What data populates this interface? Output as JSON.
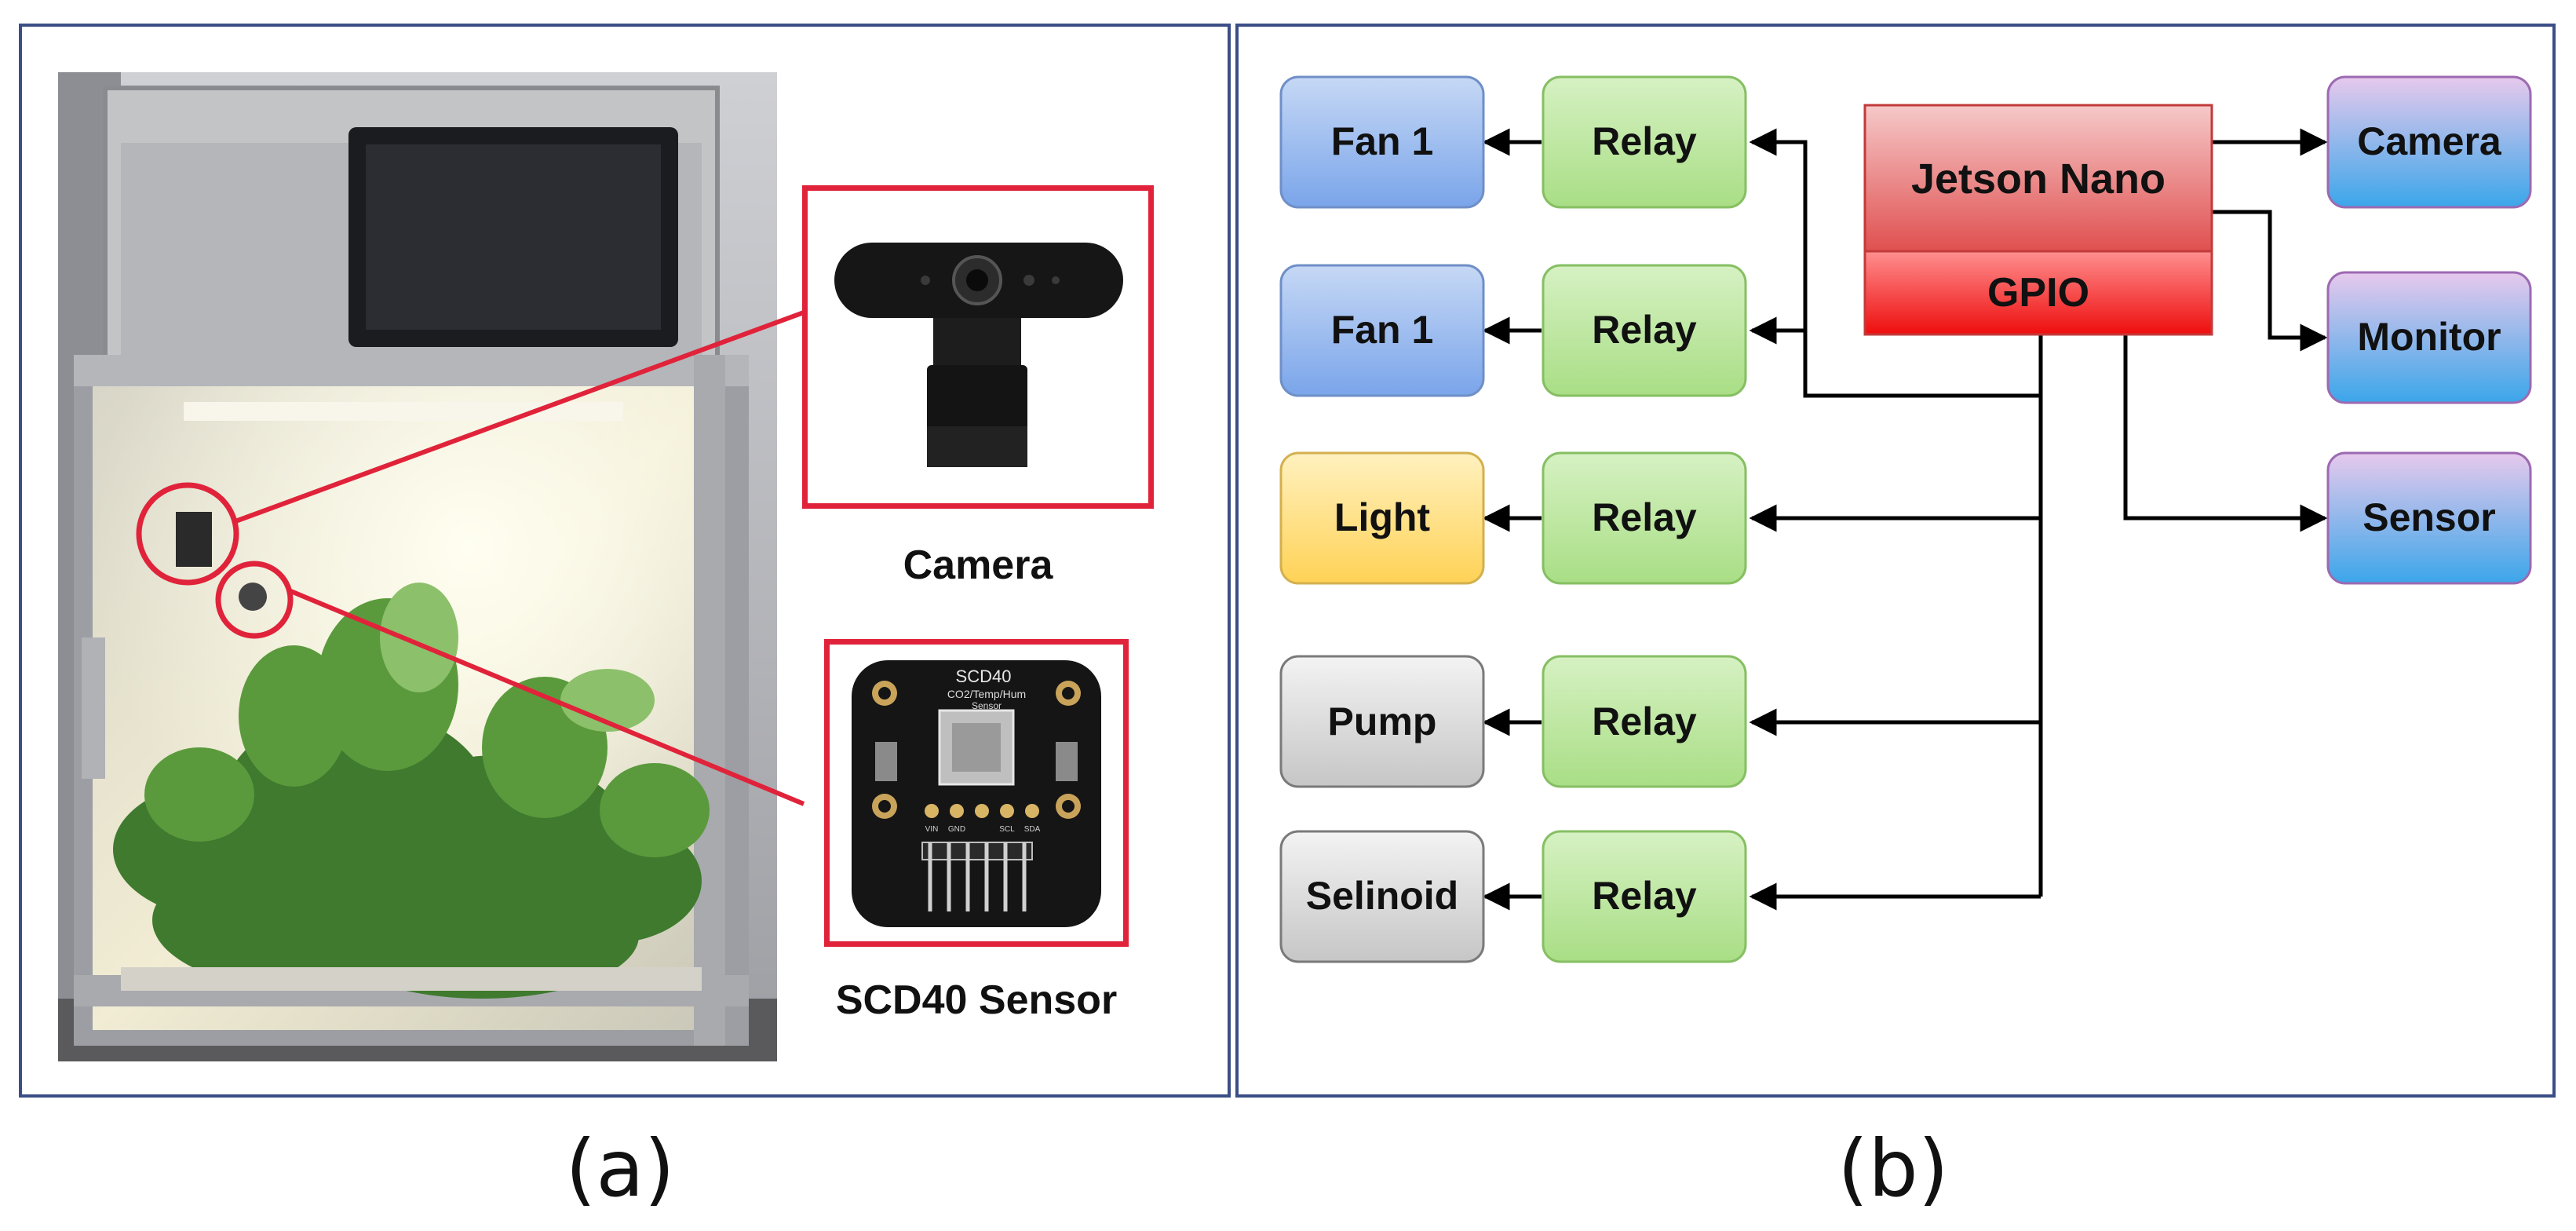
{
  "panel_a": {
    "camera_caption": "Camera",
    "sensor_caption": "SCD40 Sensor",
    "sensor_board_title": "SCD40",
    "sensor_board_subtitle": "CO2/Temp/Hum",
    "sensor_board_subtitle2": "Sensor",
    "sensor_pin_labels": [
      "VIN",
      "GND",
      "SCL",
      "SDA"
    ],
    "sublabel": "(a)"
  },
  "panel_b": {
    "controller": {
      "title": "Jetson Nano",
      "gpio": "GPIO"
    },
    "left_devices": [
      "Fan 1",
      "Fan 1",
      "Light",
      "Pump",
      "Selinoid"
    ],
    "relays": [
      "Relay",
      "Relay",
      "Relay",
      "Relay",
      "Relay"
    ],
    "right_devices": [
      "Camera",
      "Monitor",
      "Sensor"
    ],
    "sublabel": "(b)"
  },
  "colors": {
    "frame": "#3b4e86",
    "highlight_red": "#e0233a",
    "relay_green": "#b9e59f",
    "fan_blue": "#8fb4ef",
    "light_yellow": "#ffe07a",
    "gray": "#d2d2d2",
    "jetson_red": "#e05a5a",
    "gpio_red": "#f01c1c",
    "peripheral_purple_blue": "#57a8e6"
  }
}
